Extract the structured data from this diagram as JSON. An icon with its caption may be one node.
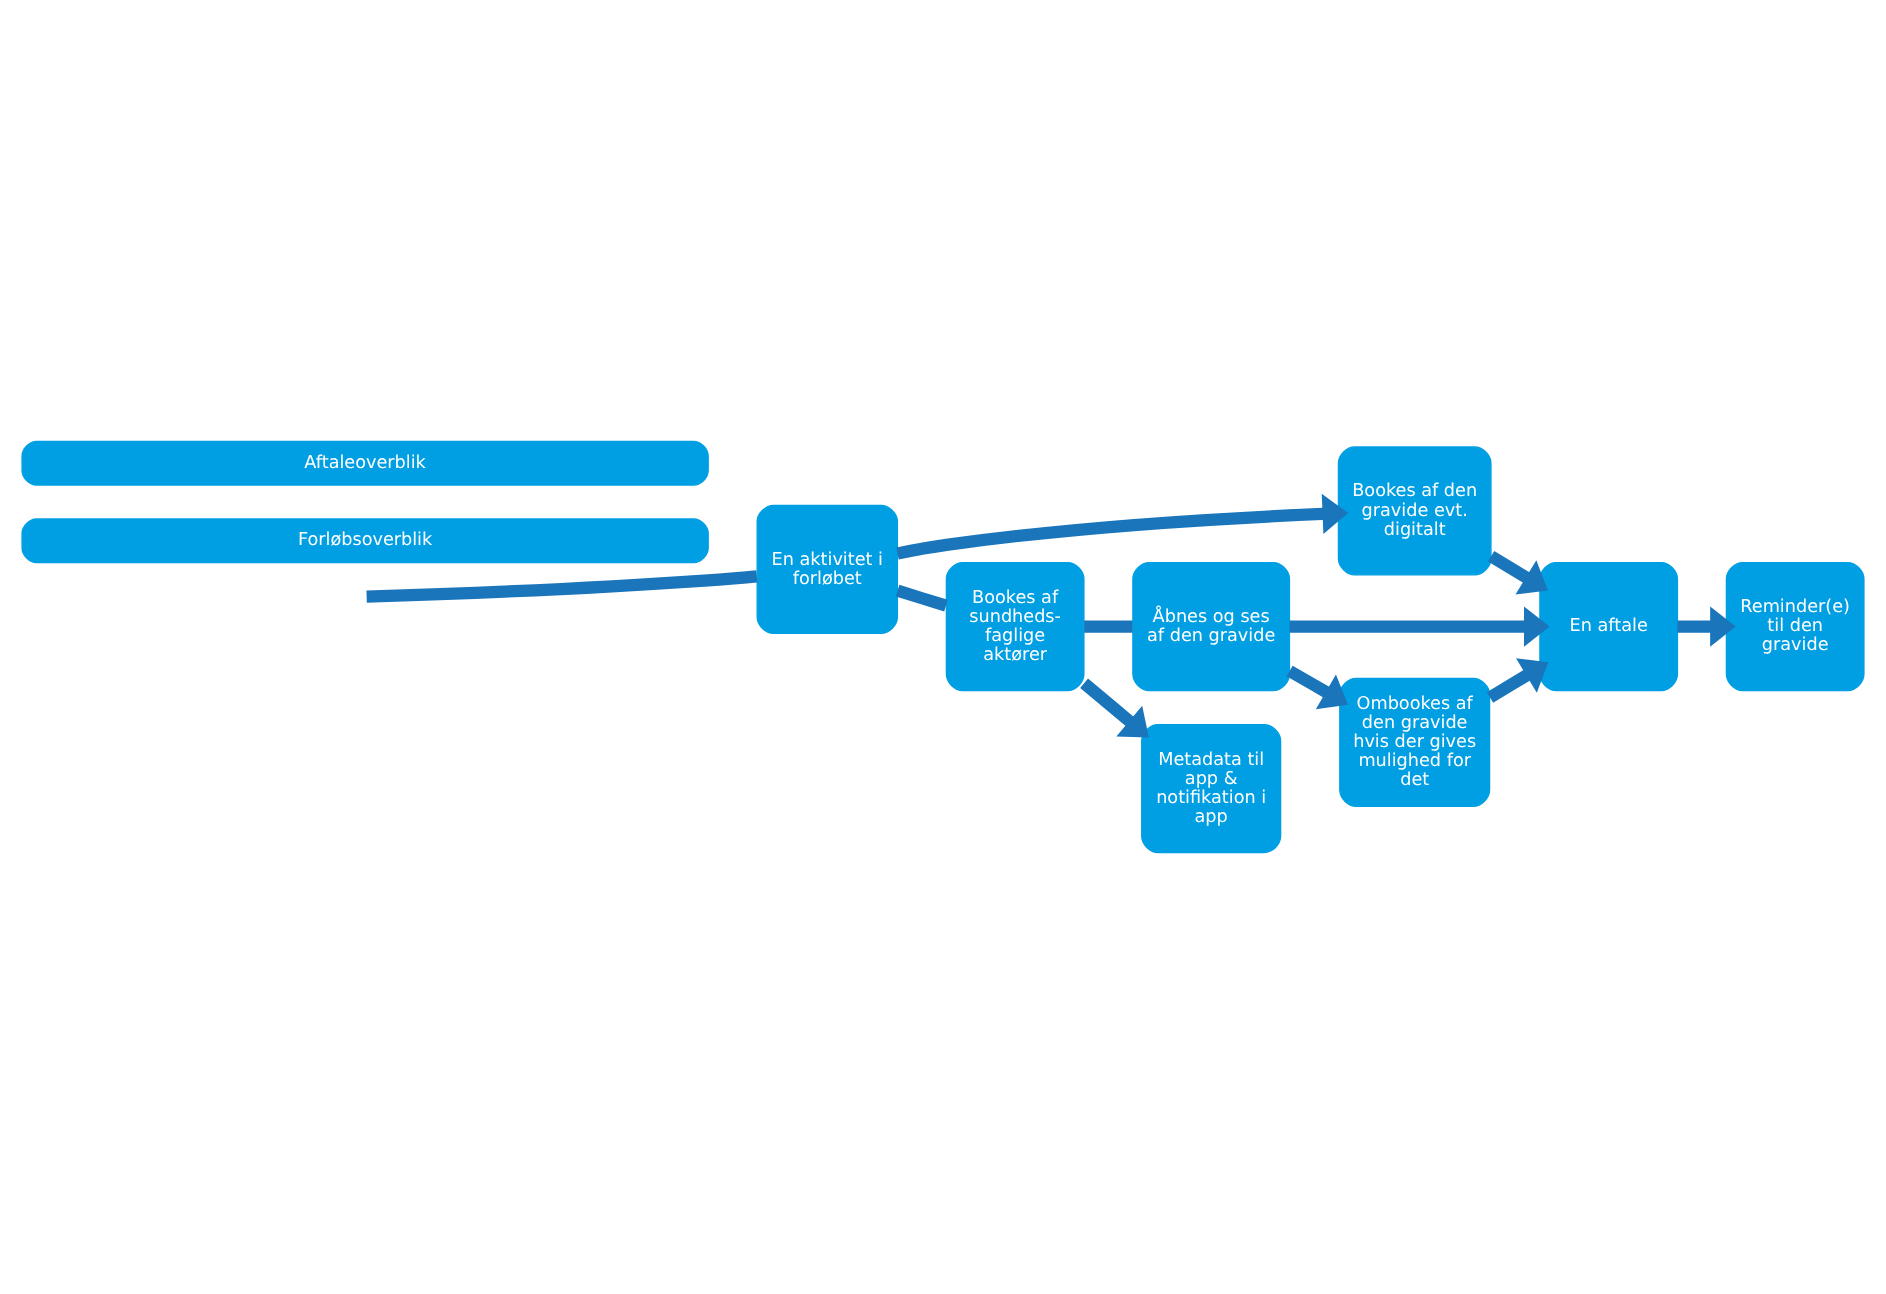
{
  "diagram": {
    "nodes": [
      {
        "text": [
          "Aftaleoverblik"
        ]
      },
      {
        "text": [
          "Forløbsoverblik"
        ]
      },
      {
        "text": [
          "Bookes af den gravide evt. digitalt"
        ]
      },
      {
        "text": [
          "En aktivitet i forløbet"
        ]
      },
      {
        "text": [
          "Bookes af sundheds- faglige aktører"
        ]
      },
      {
        "text": [
          "Åbnes og ses af den gravide"
        ]
      },
      {
        "text": [
          "En aftale"
        ]
      },
      {
        "text": [
          "Reminder(e) til den gravide"
        ]
      },
      {
        "text": [
          "Metadata til app & notifikation i app"
        ]
      },
      {
        "text": [
          "Ombookes af den gravide hvis der gives mulighed for det"
        ]
      }
    ],
    "edges": [
      {
        "from": null,
        "to": 3,
        "arrow": "none"
      },
      {
        "from": 3,
        "to": 4,
        "arrow": "none"
      },
      {
        "from": 4,
        "to": 5,
        "arrow": "none"
      },
      {
        "from": 5,
        "to": 6,
        "arrow": "to"
      },
      {
        "from": 3,
        "to": 2,
        "arrow": "to"
      },
      {
        "from": 2,
        "to": 6,
        "arrow": "to"
      },
      {
        "from": 4,
        "to": 8,
        "arrow": "to"
      },
      {
        "from": 5,
        "to": 9,
        "arrow": "to"
      },
      {
        "from": 9,
        "to": 6,
        "arrow": "to"
      },
      {
        "from": 6,
        "to": 7,
        "arrow": "to"
      }
    ]
  }
}
